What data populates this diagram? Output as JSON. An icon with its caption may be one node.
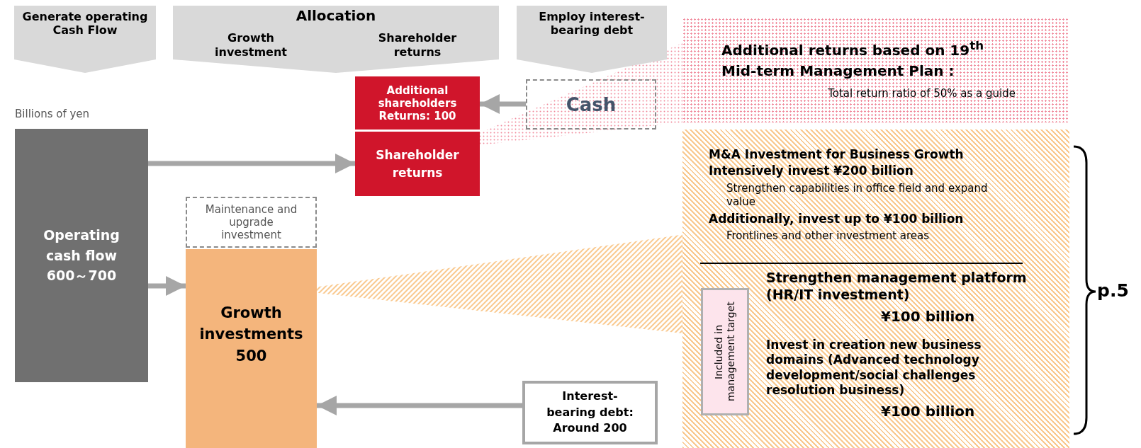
{
  "diagram": {
    "nodes": [
      {
        "text": [
          "Generate operating Cash Flow"
        ]
      },
      {
        "text": [
          "Allocation",
          "Growth investment",
          "Shareholder returns"
        ]
      },
      {
        "text": [
          "Employ interest-bearing debt"
        ]
      },
      {
        "text": [
          "Operating cash flow 600～700"
        ],
        "beside": [
          "Billions of yen"
        ]
      },
      {
        "text": [
          "Additional shareholders Returns: 100"
        ]
      },
      {
        "text": [
          "Shareholder returns"
        ]
      },
      {
        "text": [
          "Cash"
        ]
      },
      {
        "text": [
          "Maintenance and upgrade investment"
        ]
      },
      {
        "text": [
          "Growth investments 500"
        ]
      },
      {
        "text": [
          "Interest-bearing debt: Around 200"
        ]
      },
      {
        "text": [
          "Additional returns based on 19$^{th}$ Mid-term Management Plan :",
          "Total return ratio of 50% as a guide"
        ]
      },
      {
        "text": [
          "M&A Investment for Business Growth",
          "Intensively invest ¥200 billion",
          "Strengthen capabilities in office field and expand value",
          "Additionally, invest up to ¥100 billion",
          "Frontlines and other investment areas",
          "Strengthen management platform (HR/IT investment)",
          "¥100 billion",
          "Invest in creation new business domains (Advanced technology development/social challenges resolution business)",
          "¥100 billion"
        ]
      },
      {
        "text": [
          "Included in management target"
        ],
        "in": 11
      }
    ],
    "edges": [
      {
        "from": 3,
        "to": 5,
        "arrow": "to"
      },
      {
        "from": 3,
        "to": 8,
        "arrow": "to"
      },
      {
        "from": 6,
        "to": 4,
        "arrow": "to"
      },
      {
        "from": 9,
        "to": 8,
        "arrow": "to"
      },
      {
        "from": 5,
        "to": 10,
        "arrow": "none",
        "color": "#f08a9c"
      },
      {
        "from": 8,
        "to": 11,
        "arrow": "none",
        "color": "#f9c98f"
      }
    ],
    "labels": [
      "p.5"
    ]
  }
}
